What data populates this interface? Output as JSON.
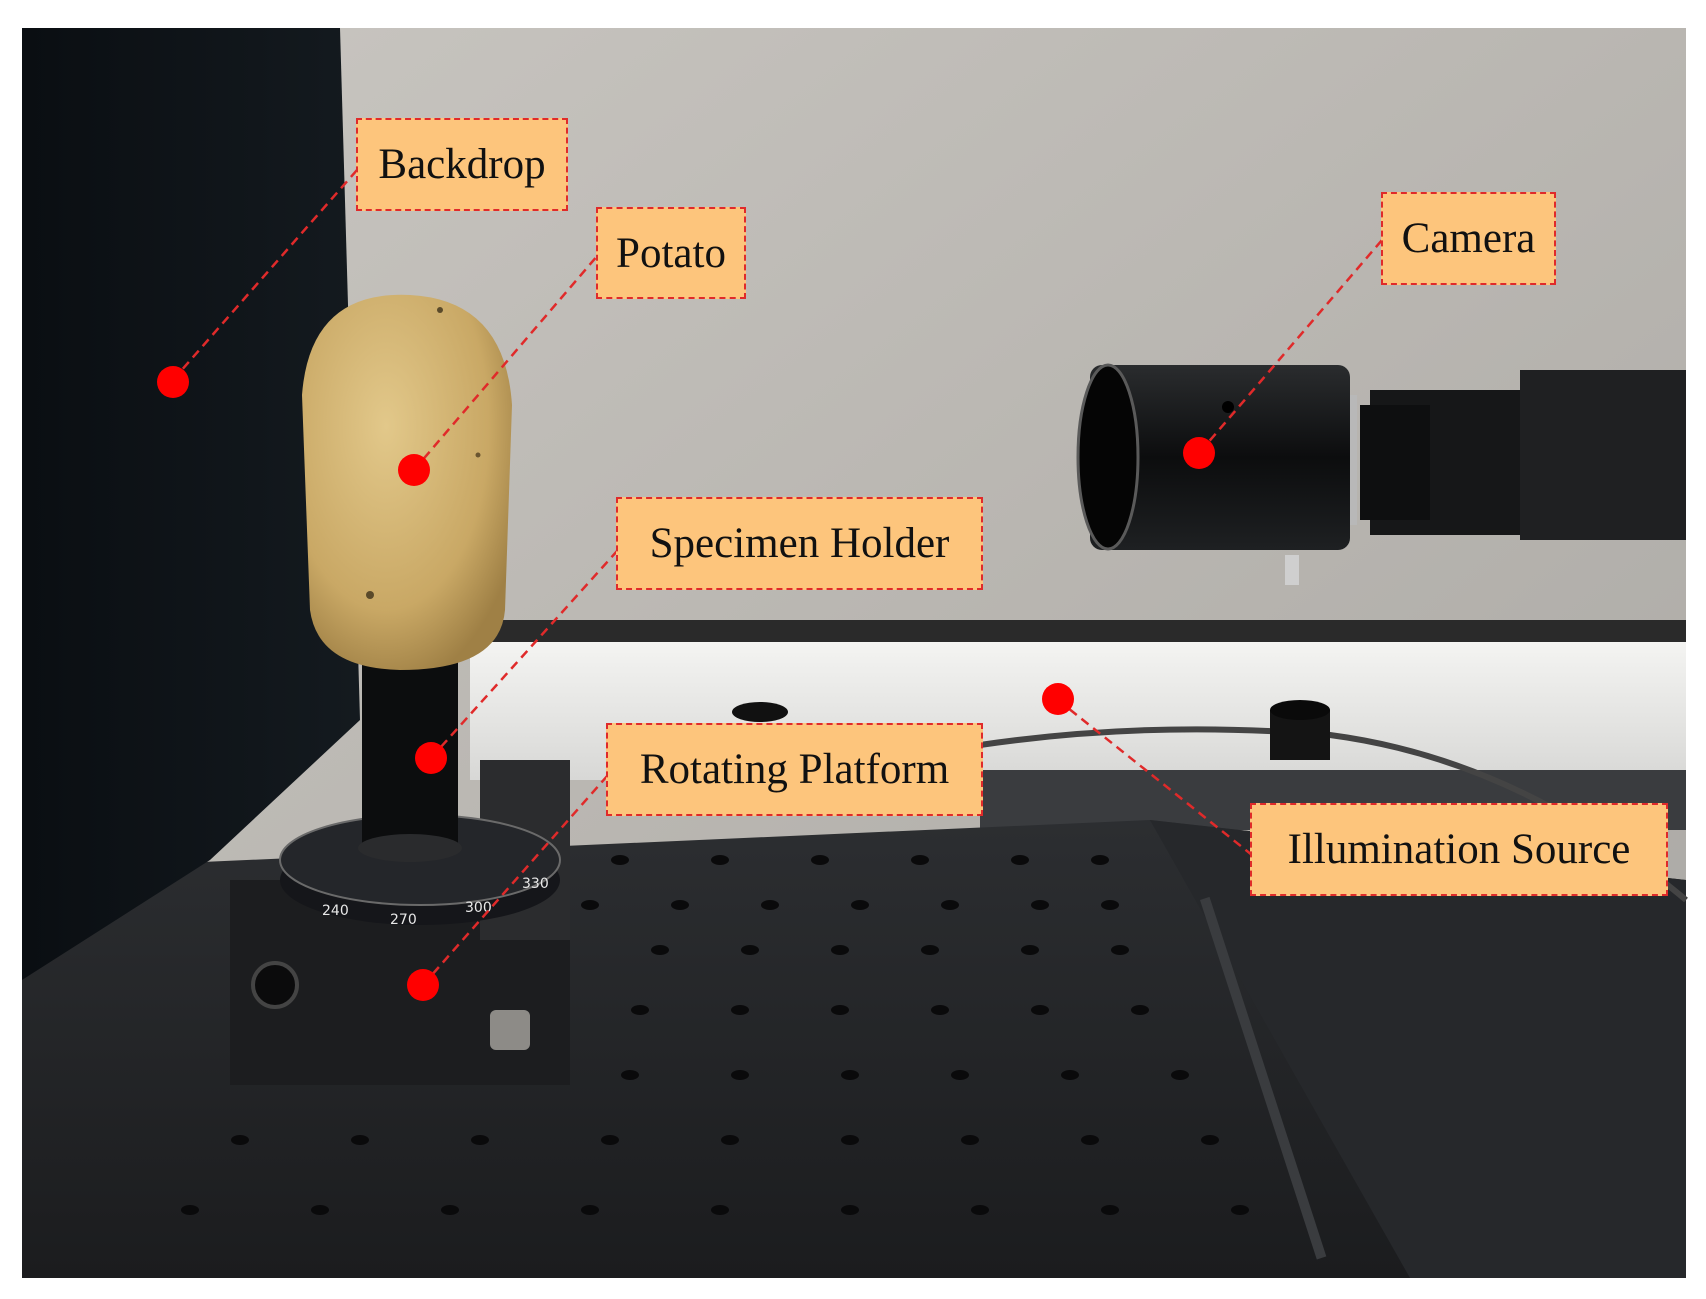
{
  "labels": {
    "backdrop": "Backdrop",
    "potato": "Potato",
    "camera": "Camera",
    "specimen_holder": "Specimen Holder",
    "rotating_platform": "Rotating Platform",
    "illumination_source": "Illumination Source"
  },
  "dial_ticks": [
    "240",
    "270",
    "300",
    "330"
  ],
  "colors": {
    "label_fill": "#fdc57c",
    "leader_line": "#e02a2a",
    "marker_dot": "#ff0000"
  }
}
